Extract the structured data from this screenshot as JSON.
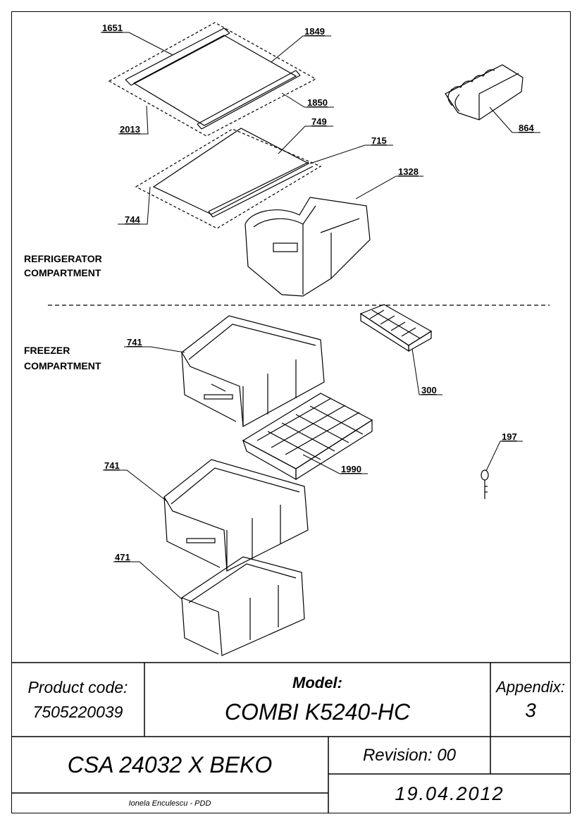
{
  "parts": {
    "p1651": "1651",
    "p1849": "1849",
    "p1850": "1850",
    "p2013": "2013",
    "p749": "749",
    "p715": "715",
    "p1328": "1328",
    "p744": "744",
    "p864": "864",
    "p741_upper": "741",
    "p300": "300",
    "p1990": "1990",
    "p197": "197",
    "p741_lower": "741",
    "p471": "471"
  },
  "compartments": {
    "refrigerator_line1": "REFRIGERATOR",
    "refrigerator_line2": "COMPARTMENT",
    "freezer_line1": "FREEZER",
    "freezer_line2": "COMPARTMENT"
  },
  "title_block": {
    "product_code_label": "Product code:",
    "product_code_value": "7505220039",
    "model_label": "Model:",
    "model_value": "COMBI K5240-HC",
    "appendix_label": "Appendix:",
    "appendix_value": "3",
    "product_name": "CSA 24032 X BEKO",
    "revision": "Revision: 00",
    "author": "Ionela Enculescu - PDD",
    "date": "19.04.2012"
  }
}
